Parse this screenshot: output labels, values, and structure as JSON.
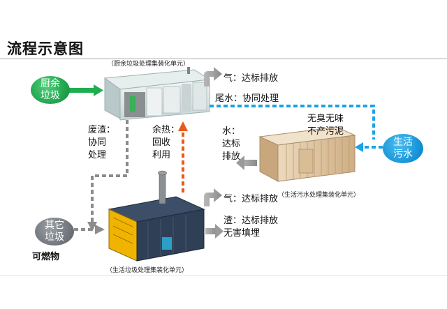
{
  "title": "流程示意图",
  "bubbles": {
    "kitchen": "厨余\n垃圾",
    "other": "其它\n垃圾",
    "sewage": "生活\n污水"
  },
  "captions": {
    "kitchen_unit": "（厨余垃圾处理集装化单元）",
    "sewage_unit": "（生活污水处理集装化单元）",
    "domestic_unit": "（生活垃圾处理集装化单元）"
  },
  "labels": {
    "gas_top": "气：达标排放",
    "tail_water": "尾水：协同处理",
    "no_odor": "无臭无味\n不产污泥",
    "waste_residue": "废渣：\n协同\n处理",
    "waste_heat": "余热：\n回收\n利用",
    "water": "水：\n达标\n排放",
    "gas_bottom": "气：达标排放",
    "slag": "渣：达标排放\n无害填埋",
    "combustible": "可燃物"
  },
  "colors": {
    "green_arrow": "#1fae4f",
    "grey_arrow": "#8c8c8c",
    "blue_dashed": "#1aa3e8",
    "orange_dashed": "#e85a1c",
    "container_kitchen": "#d8e6e6",
    "container_sewage": "#e0c8a8",
    "container_domestic": "#2f3f56",
    "panel_yellow": "#f0b400"
  }
}
